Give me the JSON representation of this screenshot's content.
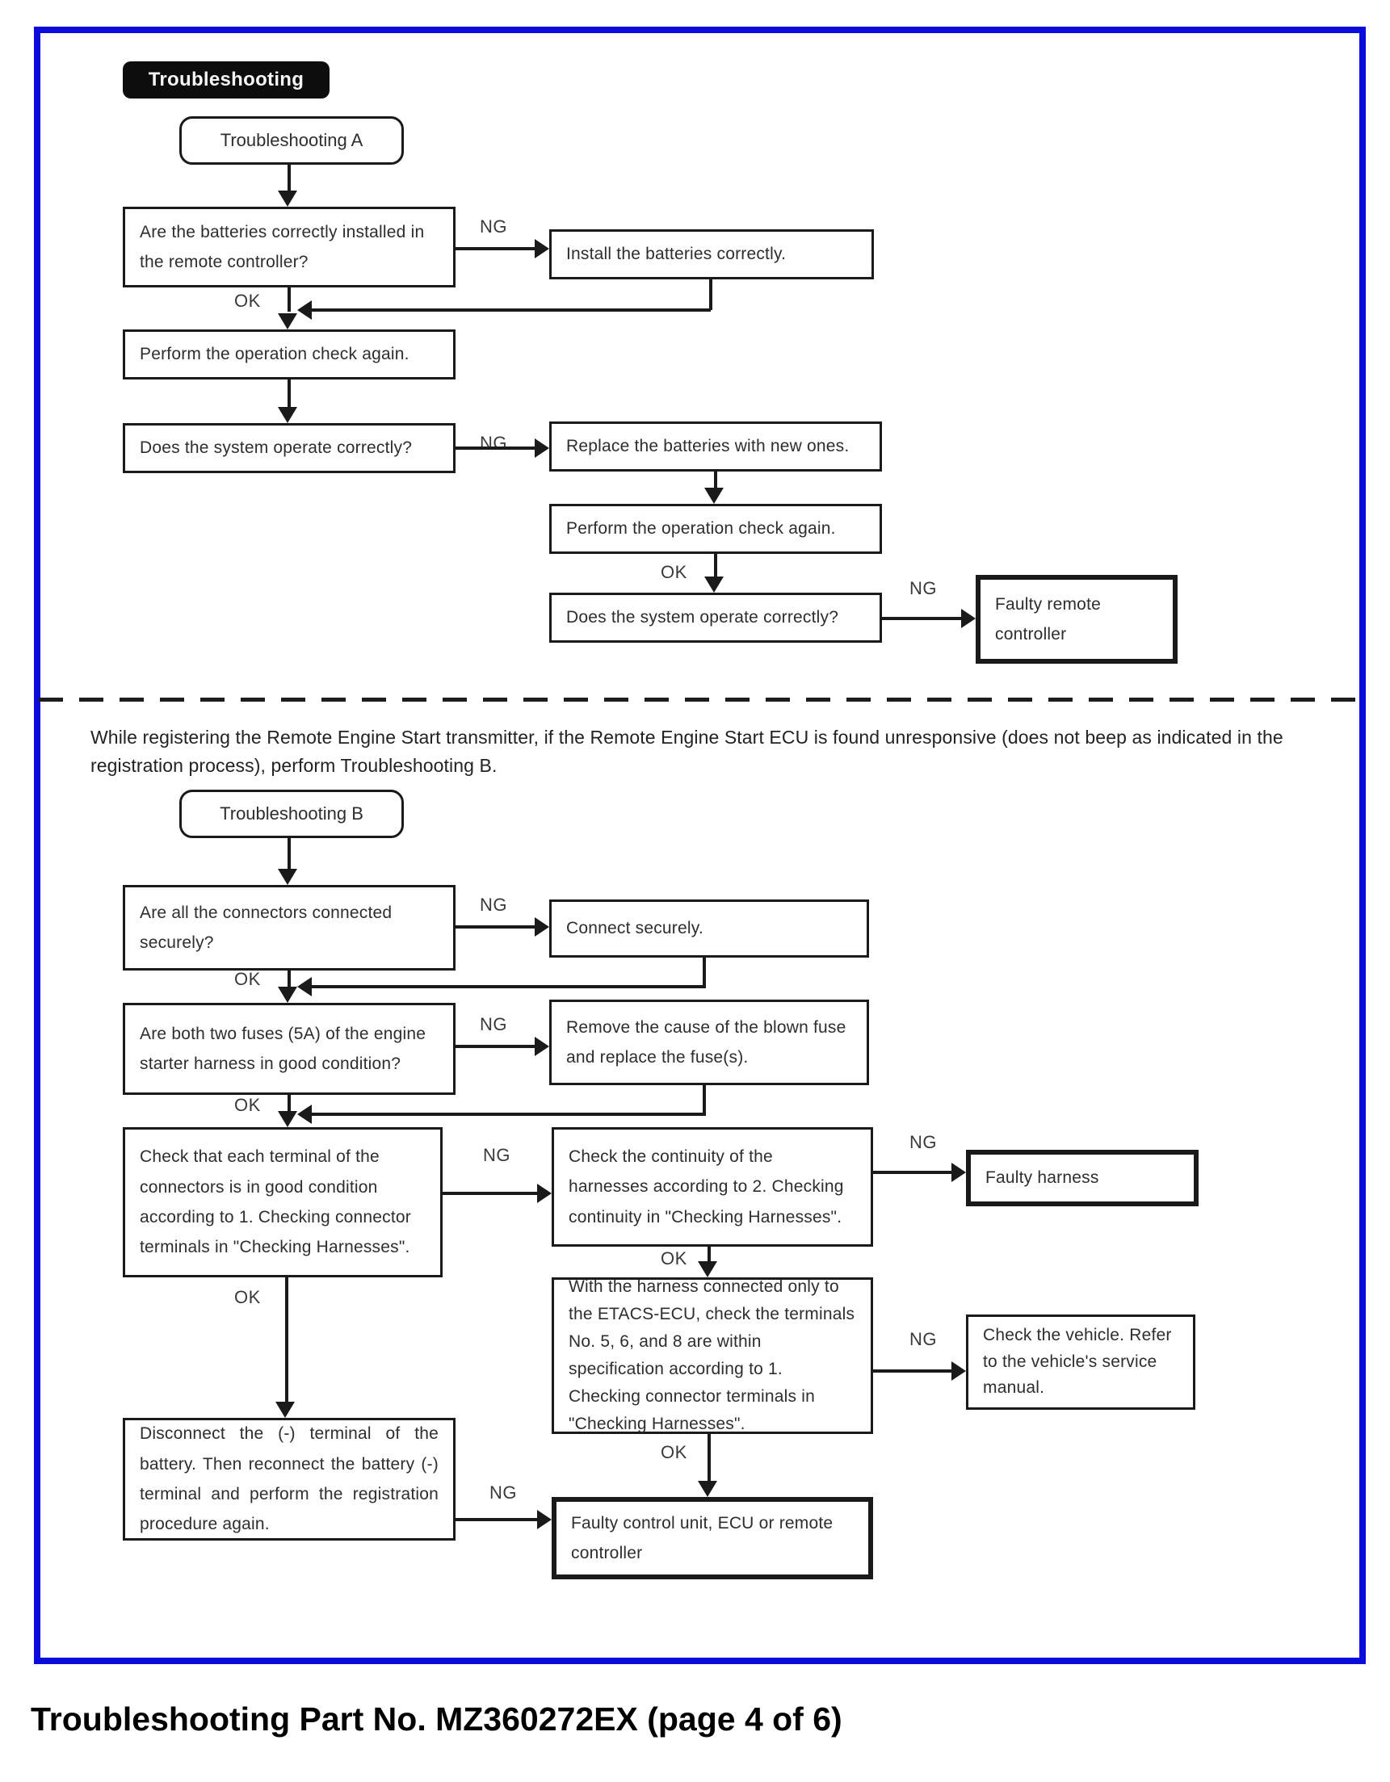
{
  "frame": {
    "border_color": "#0b0bdb"
  },
  "labels": {
    "ng": "NG",
    "ok": "OK"
  },
  "header": {
    "tag": "Troubleshooting"
  },
  "flow_a": {
    "title": "Troubleshooting A",
    "q_batteries": "Are the batteries correctly installed in the remote controller?",
    "fix_install": "Install the batteries correctly.",
    "perform_check_1": "Perform the operation check again.",
    "q_operate_1": "Does the system operate correctly?",
    "fix_replace": "Replace the batteries with new ones.",
    "perform_check_2": "Perform the operation check again.",
    "q_operate_2": "Does the system operate correctly?",
    "result_faulty_remote": "Faulty remote controller"
  },
  "note": "While registering the Remote Engine Start transmitter, if the Remote Engine Start ECU is found unresponsive (does not beep as indicated in the registration process), perform Troubleshooting B.",
  "flow_b": {
    "title": "Troubleshooting B",
    "q_connectors": "Are all the connectors connected securely?",
    "fix_connect": "Connect securely.",
    "q_fuses": "Are both two fuses (5A) of the engine starter harness in good condition?",
    "fix_fuse": "Remove the cause of the blown fuse and replace the fuse(s).",
    "q_terminals": "Check that each terminal of the connectors is in good condition according to 1. Checking connector terminals in \"Checking Harnesses\".",
    "check_continuity": "Check the continuity of the harnesses according to 2. Checking continuity in \"Checking Harnesses\".",
    "result_faulty_harness": "Faulty harness",
    "check_etacs": "With the harness connected only to the ETACS-ECU, check the terminals No. 5, 6, and 8 are within specification according to 1. Checking connector terminals in \"Checking Harnesses\".",
    "result_check_vehicle": "Check the vehicle. Refer to the vehicle's service manual.",
    "action_battery": "Disconnect the (-) terminal of the battery. Then reconnect the battery (-) terminal and perform the registration procedure again.",
    "result_faulty_unit": "Faulty control unit, ECU or remote controller"
  },
  "caption": "Troubleshooting Part No. MZ360272EX (page 4 of 6)"
}
